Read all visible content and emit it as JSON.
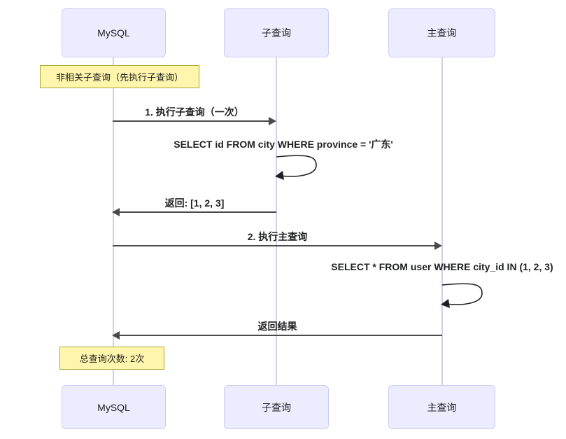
{
  "diagram": {
    "type": "sequence-diagram",
    "participants": [
      {
        "id": "mysql",
        "label": "MySQL"
      },
      {
        "id": "subquery",
        "label": "子查询"
      },
      {
        "id": "mainquery",
        "label": "主查询"
      }
    ],
    "notes": [
      {
        "id": "note-top",
        "label": "非相关子查询（先执行子查询）"
      },
      {
        "id": "note-bottom",
        "label": "总查询次数: 2次"
      }
    ],
    "messages": [
      {
        "id": "msg-1",
        "label": "1. 执行子查询（一次）",
        "from": "mysql",
        "to": "subquery",
        "kind": "call"
      },
      {
        "id": "sql-1",
        "label": "SELECT id FROM city WHERE province = '广东'",
        "from": "subquery",
        "to": "subquery",
        "kind": "self"
      },
      {
        "id": "msg-2",
        "label": "返回: [1, 2, 3]",
        "from": "subquery",
        "to": "mysql",
        "kind": "return"
      },
      {
        "id": "msg-3",
        "label": "2. 执行主查询",
        "from": "mysql",
        "to": "mainquery",
        "kind": "call"
      },
      {
        "id": "sql-2",
        "label": "SELECT * FROM user WHERE city_id IN (1, 2, 3)",
        "from": "mainquery",
        "to": "mainquery",
        "kind": "self"
      },
      {
        "id": "msg-4",
        "label": "返回结果",
        "from": "mainquery",
        "to": "mysql",
        "kind": "return"
      }
    ],
    "colors": {
      "actor_fill": "#ececff",
      "actor_border": "#ccccf2",
      "note_fill": "#fff5ad",
      "note_border": "#aaaa33",
      "lifeline": "#d6cdea",
      "arrow": "#4a4a4a",
      "text": "#1f2020"
    }
  }
}
